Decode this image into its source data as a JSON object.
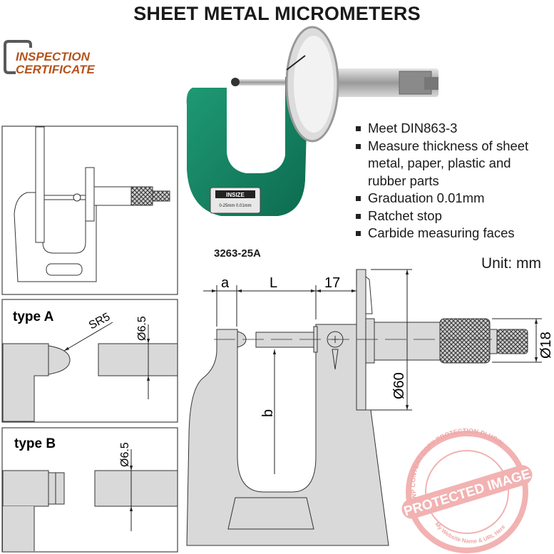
{
  "title": "SHEET METAL MICROMETERS",
  "logo": {
    "line1": "INSPECTION",
    "line2": "CERTIFICATE"
  },
  "product_photo": {
    "brand": "INSIZE",
    "label": "0-25mm 0.01mm"
  },
  "features": [
    "Meet DIN863-3",
    "Measure thickness of sheet metal, paper, plastic and rubber parts",
    "Graduation 0.01mm",
    "Ratchet stop",
    "Carbide measuring faces"
  ],
  "model": "3263-25A",
  "unit": "Unit: mm",
  "dimensions": {
    "a": "a",
    "L": "L",
    "seventeen": "17",
    "b": "b",
    "dia60": "Ø60",
    "dia18": "Ø18"
  },
  "type_a": {
    "label": "type A",
    "radius": "SR5",
    "dia": "Ø6.5"
  },
  "type_b": {
    "label": "type B",
    "dia": "Ø6.5"
  },
  "watermark": {
    "main": "PROTECTED IMAGE",
    "top": "WP CONTENT COPY PROTECTION PLUGIN",
    "bottom": "My Website Name & URL Here"
  }
}
